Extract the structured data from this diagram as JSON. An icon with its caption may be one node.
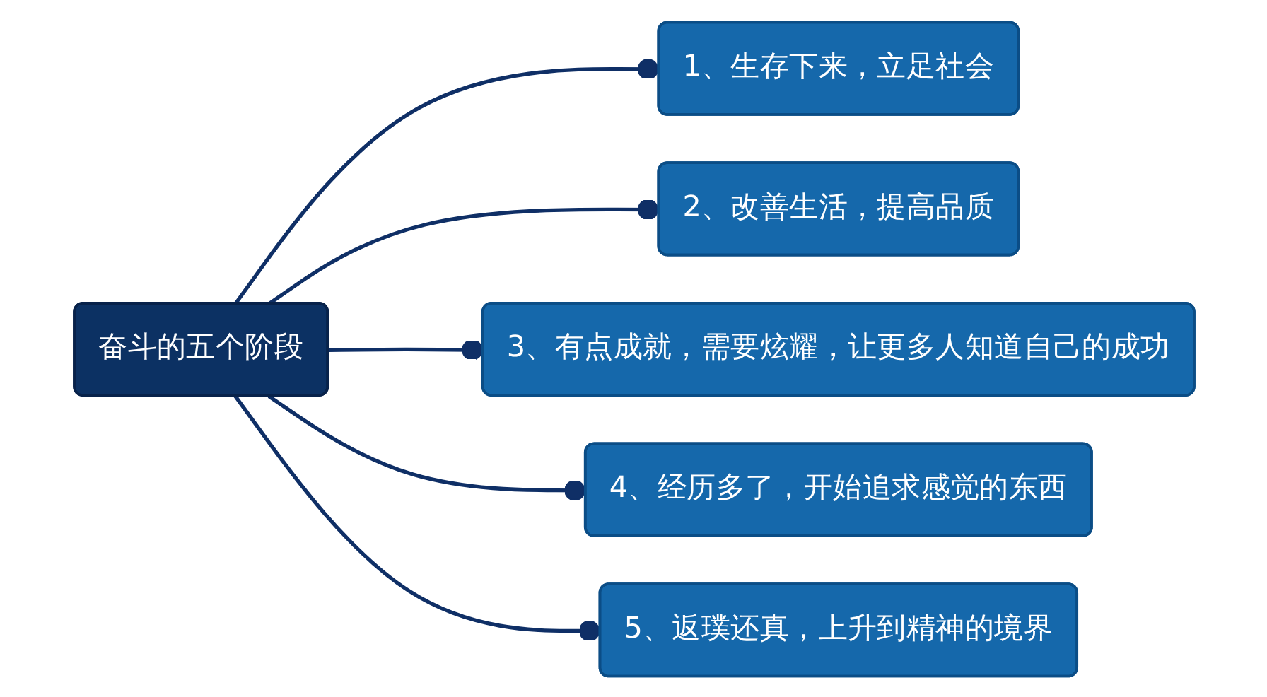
{
  "diagram": {
    "nodes": [
      {
        "text": [
          "奋斗的五个阶段"
        ]
      },
      {
        "text": [
          "1、生存下来，立足社会"
        ]
      },
      {
        "text": [
          "2、改善生活，提高品质"
        ]
      },
      {
        "text": [
          "3、有点成就，需要炫耀，让更多人知道自己的成功"
        ]
      },
      {
        "text": [
          "4、经历多了，开始追求感觉的东西"
        ]
      },
      {
        "text": [
          "5、返璞还真，上升到精神的境界"
        ]
      }
    ],
    "edges": [
      {
        "from": 0,
        "to": 1,
        "arrow": "other"
      },
      {
        "from": 0,
        "to": 2,
        "arrow": "other"
      },
      {
        "from": 0,
        "to": 3,
        "arrow": "other"
      },
      {
        "from": 0,
        "to": 4,
        "arrow": "other"
      },
      {
        "from": 0,
        "to": 5,
        "arrow": "other"
      }
    ]
  }
}
